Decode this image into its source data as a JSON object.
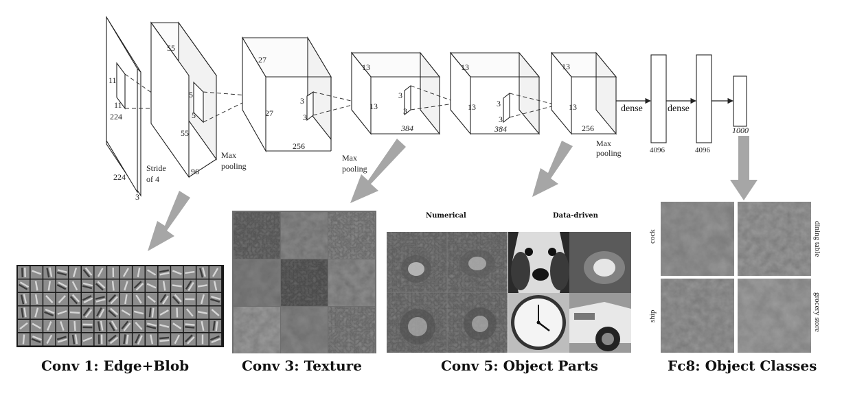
{
  "network": {
    "input": {
      "dim_w": "224",
      "dim_h": "224",
      "depth": "3",
      "kernel_a": "11",
      "kernel_b": "11"
    },
    "stride": {
      "line1": "Stride",
      "line2": "of 4"
    },
    "conv1": {
      "top": "55",
      "side": "55",
      "depth": "96",
      "kernel_a": "5",
      "kernel_b": "5"
    },
    "pool1": {
      "line1": "Max",
      "line2": "pooling"
    },
    "conv2": {
      "top": "27",
      "side": "27",
      "depth": "256",
      "kernel_a": "3",
      "kernel_b": "3"
    },
    "pool2": {
      "line1": "Max",
      "line2": "pooling"
    },
    "conv3": {
      "top": "13",
      "side": "13",
      "depth": "384",
      "kernel_a": "3",
      "kernel_b": "3"
    },
    "conv4": {
      "top": "13",
      "side": "13",
      "depth": "384",
      "kernel_a": "3",
      "kernel_b": "3"
    },
    "conv5": {
      "top": "13",
      "side": "13",
      "depth": "256"
    },
    "pool3": {
      "line1": "Max",
      "line2": "pooling"
    },
    "dense1": {
      "label": "dense",
      "size": "4096"
    },
    "dense2": {
      "label": "dense",
      "size": "4096"
    },
    "output": {
      "size": "1000"
    }
  },
  "panels": {
    "conv1": {
      "caption": "Conv 1: Edge+Blob"
    },
    "conv3": {
      "caption": "Conv 3: Texture"
    },
    "conv5": {
      "caption": "Conv 5: Object Parts",
      "left_header": "Numerical",
      "right_header": "Data-driven"
    },
    "fc8": {
      "caption": "Fc8: Object Classes",
      "labels": [
        "cock",
        "dining table",
        "ship",
        "grocery store"
      ]
    }
  },
  "colors": {
    "arrow": "#a6a6a6",
    "line": "#222222",
    "panel_bg": "#8c8c8c"
  }
}
